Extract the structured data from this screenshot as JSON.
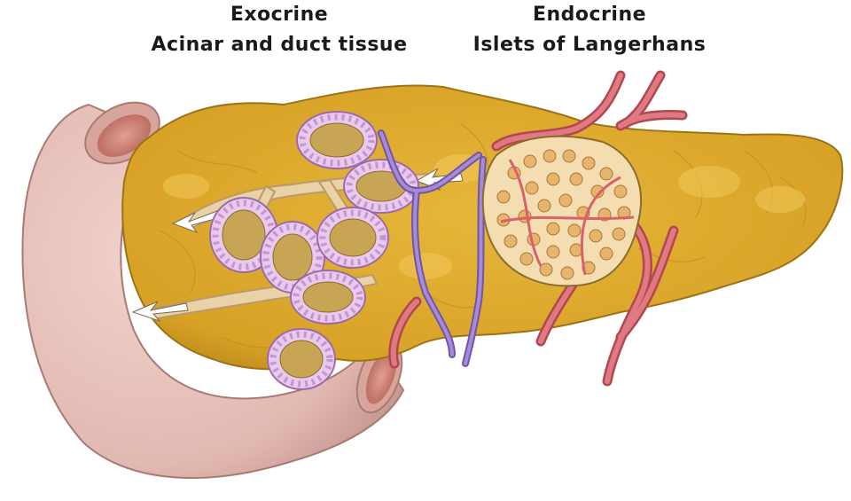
{
  "labels": {
    "exocrine": {
      "title": "Exocrine",
      "subtitle": "Acinar and duct tissue"
    },
    "endocrine": {
      "title": "Endocrine",
      "subtitle": "Islets of Langerhans"
    }
  },
  "colors": {
    "duodenum": "#e2b9b2",
    "duodenum_shade": "#c89a94",
    "duodenum_lumen": "#c9776b",
    "pancreas": "#d9a62a",
    "pancreas_light": "#e8bf4a",
    "pancreas_edge": "#a07818",
    "acinus_ring": "#e9c9ee",
    "acinus_cell": "#d7a9e0",
    "acinus_lumen": "#c8a455",
    "islet": "#f3d9a8",
    "islet_cell": "#e3a85a",
    "artery": "#d96a72",
    "artery_dark": "#b3474f",
    "vein": "#9b7fc9",
    "duct": "#e6cfa3",
    "arrow": "#ffffff"
  },
  "icons": [
    "arrow-left-icon"
  ]
}
